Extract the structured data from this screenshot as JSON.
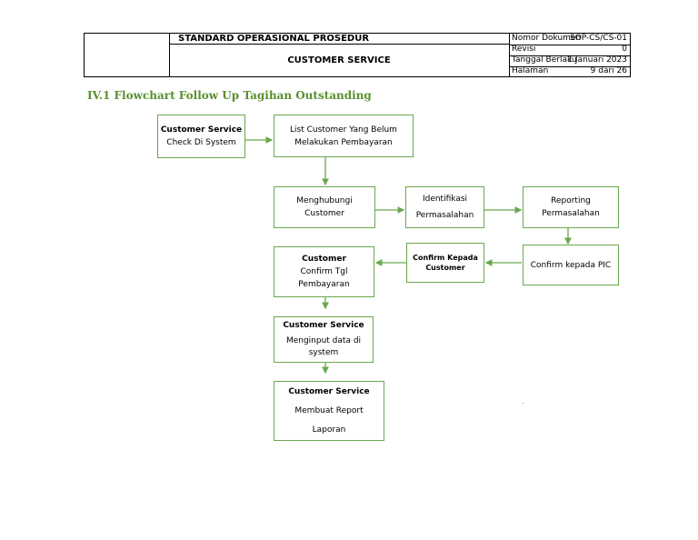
{
  "header": {
    "title": "STANDARD OPERASIONAL PROSEDUR",
    "subtitle": "CUSTOMER SERVICE",
    "rows": [
      {
        "key": "Nomor Dokumen",
        "value": "SOP-CS/CS-01"
      },
      {
        "key": "Revisi",
        "value": "0"
      },
      {
        "key": "Tanggal Berlaku",
        "value": "1 Januari 2023"
      },
      {
        "key": "Halaman",
        "value": "9 dari 26"
      }
    ]
  },
  "section_title": "IV.1 Flowchart Follow Up Tagihan Outstanding",
  "flowchart": {
    "n1": {
      "bold": "Customer Service",
      "text": "Check Di System"
    },
    "n2": {
      "line1": "List Customer Yang Belum",
      "line2": "Melakukan Pembayaran"
    },
    "n3": {
      "line1": "Menghubungi",
      "line2": "Customer"
    },
    "n4": {
      "line1": "Identifikasi",
      "line2": "Permasalahan"
    },
    "n5": {
      "line1": "Reporting",
      "line2": "Permasalahan"
    },
    "n6": {
      "text": "Confirm kepada PIC"
    },
    "n7": {
      "line1": "Confirm Kepada",
      "line2": "Customer"
    },
    "n8": {
      "bold": "Customer",
      "text": "Confirm Tgl Pembayaran"
    },
    "n9": {
      "bold": "Customer Service",
      "line1": "Menginput data di",
      "line2": "system"
    },
    "n10": {
      "bold": "Customer Service",
      "line1": "Membuat Report",
      "line2": "Laporan"
    }
  },
  "colors": {
    "accent": "#6aa84f",
    "title": "#5a8f2e"
  }
}
